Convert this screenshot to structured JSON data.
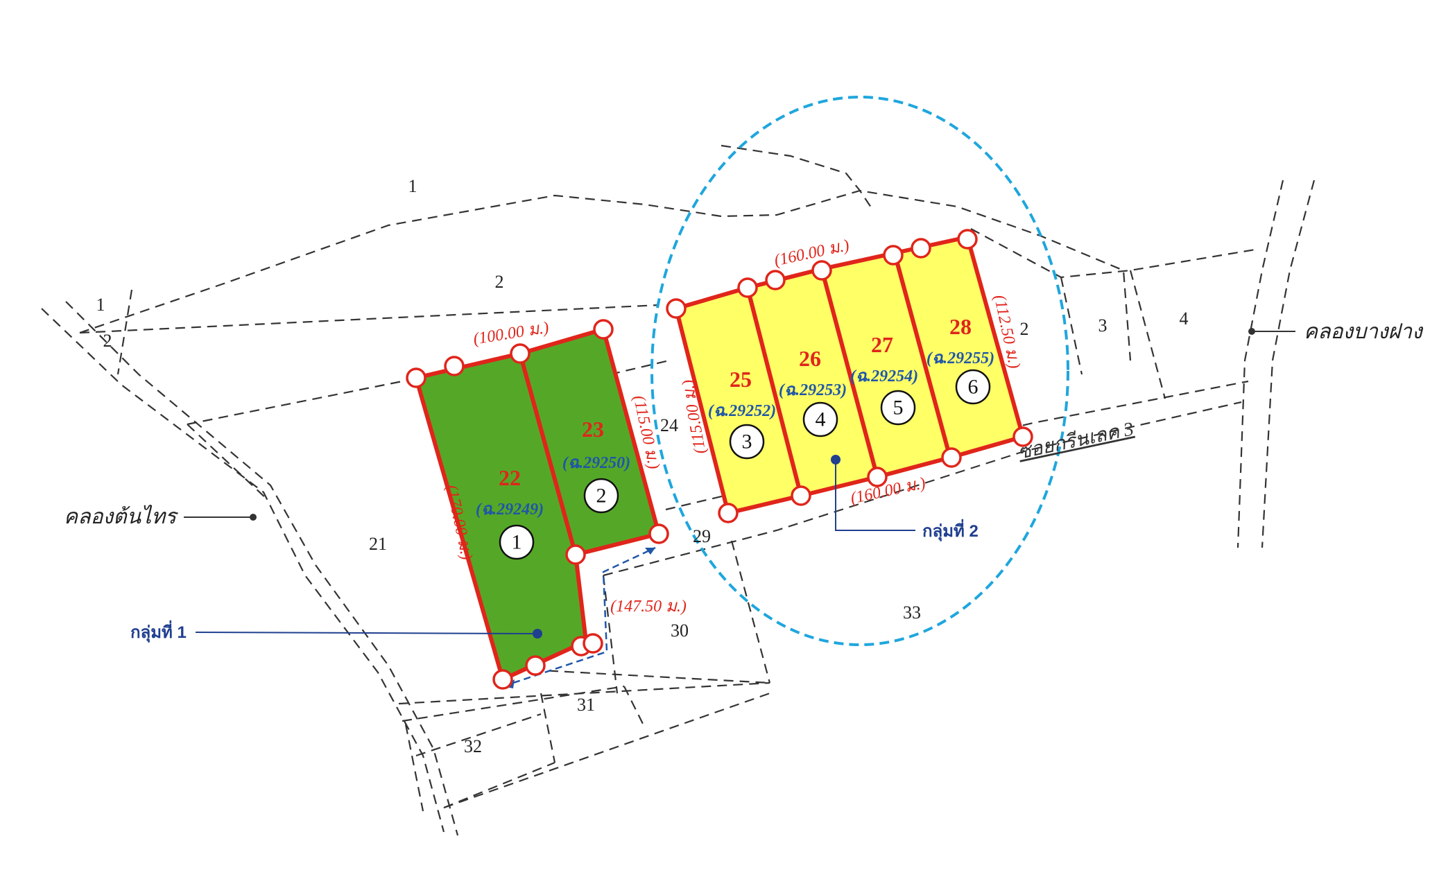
{
  "colors": {
    "group1_fill": "#55a827",
    "group2_fill": "#ffff66",
    "boundary": "#e0251b",
    "group2_outline": "#1fa6dd",
    "leader": "#1f3f8f",
    "dimension_arrow": "#1f56a8"
  },
  "map": {
    "waterways": {
      "left": "คลองต้นไทร",
      "right": "คลองบางฝาง"
    },
    "road": "ซอยกรีนเลค 3",
    "groups": [
      {
        "label": "กลุ่มที่ 1"
      },
      {
        "label": "กลุ่มที่ 2"
      }
    ],
    "plots": [
      {
        "number": "22",
        "deed": "(ฉ.29249)",
        "circle": "1"
      },
      {
        "number": "23",
        "deed": "(ฉ.29250)",
        "circle": "2"
      },
      {
        "number": "25",
        "deed": "(ฉ.29252)",
        "circle": "3"
      },
      {
        "number": "26",
        "deed": "(ฉ.29253)",
        "circle": "4"
      },
      {
        "number": "27",
        "deed": "(ฉ.29254)",
        "circle": "5"
      },
      {
        "number": "28",
        "deed": "(ฉ.29255)",
        "circle": "6"
      }
    ],
    "dimensions": {
      "g1_top": "(100.00 ม.)",
      "g1_left": "(170.00 ม.)",
      "g1_right": "(115.00 ม.)",
      "g1_bottom": "(147.50 ม.)",
      "g2_top": "(160.00 ม.)",
      "g2_left": "(115.00 ม.)",
      "g2_right": "(112.50 ม.)",
      "g2_bottom": "(160.00 ม.)"
    },
    "lots": {
      "l1_top": "1",
      "l2_top": "2",
      "l1_left": "1",
      "l2_left": "2",
      "l21": "21",
      "l24": "24",
      "l29": "29",
      "l30": "30",
      "l31": "31",
      "l32": "32",
      "l33": "33",
      "l2_right": "2",
      "l3": "3",
      "l4": "4"
    }
  }
}
